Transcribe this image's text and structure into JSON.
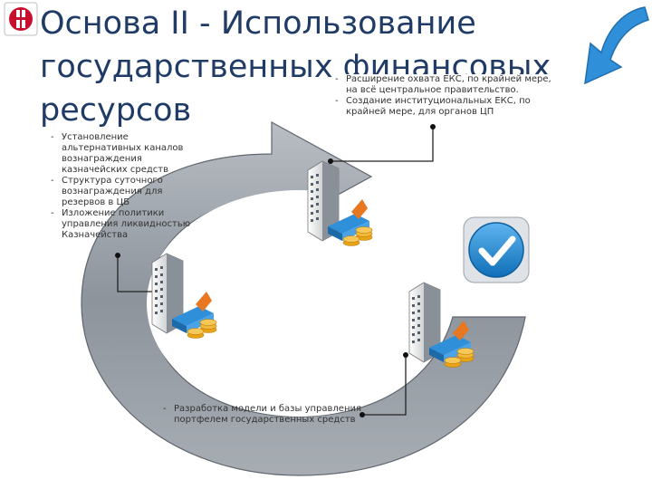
{
  "title": "Основа II - Использование государственных финансовых ресурсов",
  "notes": {
    "top": [
      "Расширение охвата ЕКС, по крайней мере, на всё центральное правительство.",
      "Создание институциональных ЕКС, по крайней мере, для органов ЦП"
    ],
    "left": [
      "Установление альтернативных каналов вознаграждения казначейских средств",
      "Структура суточного вознаграждения для резервов в ЦБ",
      "Изложение политики управления ликвидностью Казначейства"
    ],
    "bottom": [
      "Разработка модели и базы управления портфелем государственных средств"
    ]
  },
  "colors": {
    "ring": "#9aa2ab",
    "ring_dark": "#6f7781",
    "title": "#1f3b66",
    "accent_blue": "#2f8fd8",
    "check_blue": "#1e88d2",
    "money": "#e8a317",
    "roof": "#e87722"
  },
  "icons": [
    "logo-icon",
    "curved-arrow-icon",
    "building-money-icon",
    "checkmark-icon"
  ]
}
